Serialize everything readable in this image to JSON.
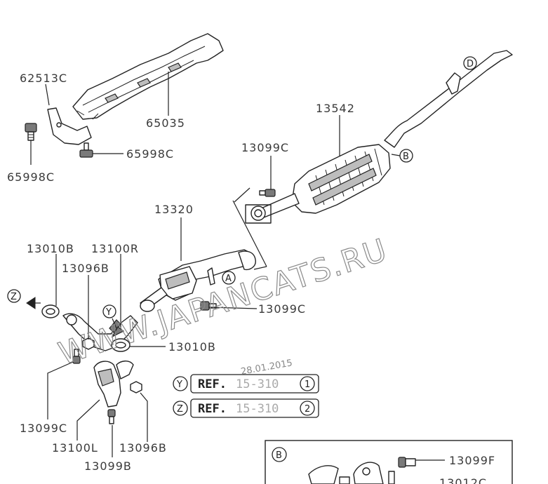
{
  "part_labels": {
    "p62513c": "62513C",
    "p65035": "65035",
    "p65998c_right": "65998C",
    "p65998c_left": "65998C",
    "p13542": "13542",
    "p13099c_top": "13099C",
    "p13320": "13320",
    "p13010b_top": "13010B",
    "p13100r": "13100R",
    "p13096b_top": "13096B",
    "p13099c_mid": "13099C",
    "p13010b_mid": "13010B",
    "p13099c_left": "13099C",
    "p13100l": "13100L",
    "p13096b_bottom": "13096B",
    "p13099b": "13099B",
    "p13099f": "13099F",
    "p13012c": "13012C"
  },
  "callouts": {
    "a": "A",
    "b": "B",
    "d": "D",
    "y": "Y",
    "z": "Z",
    "inset_b": "B"
  },
  "references": {
    "y_marker": "Y",
    "y_text": "REF.",
    "y_page": "15-310",
    "y_index": "1",
    "z_marker": "Z",
    "z_text": "REF.",
    "z_page": "15-310",
    "z_index": "2"
  },
  "watermark": {
    "text": "WWW.JAPANCATS.RU",
    "date": "28.01.2015"
  }
}
